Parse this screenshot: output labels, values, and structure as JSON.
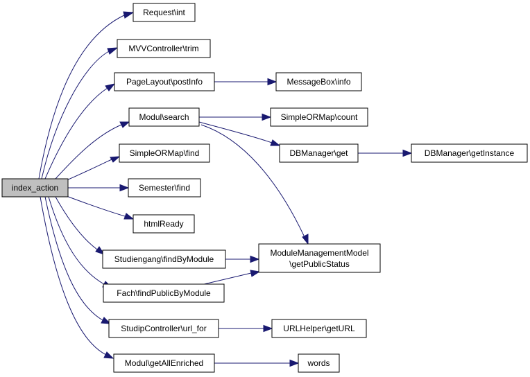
{
  "colors": {
    "edge": "#191970",
    "node_fill": "#ffffff",
    "root_fill": "#bfbfbf",
    "border": "#000000"
  },
  "nodes": {
    "index_action": {
      "label": "index_action",
      "root": true
    },
    "request_int": {
      "label": "Request\\int"
    },
    "mvv_trim": {
      "label": "MVVController\\trim"
    },
    "postinfo": {
      "label": "PageLayout\\postInfo"
    },
    "msgbox_info": {
      "label": "MessageBox\\info"
    },
    "modul_search": {
      "label": "Modul\\search"
    },
    "orm_count": {
      "label": "SimpleORMap\\count"
    },
    "db_get": {
      "label": "DBManager\\get"
    },
    "db_getinstance": {
      "label": "DBManager\\getInstance"
    },
    "orm_find": {
      "label": "SimpleORMap\\find"
    },
    "semester_find": {
      "label": "Semester\\find"
    },
    "htmlready": {
      "label": "htmlReady"
    },
    "mmm_status": {
      "label_lines": [
        "ModuleManagementModel",
        "\\getPublicStatus"
      ]
    },
    "studiengang": {
      "label": "Studiengang\\findByModule"
    },
    "fach": {
      "label": "Fach\\findPublicByModule"
    },
    "url_for": {
      "label": "StudipController\\url_for"
    },
    "urlhelper": {
      "label": "URLHelper\\getURL"
    },
    "getallenriched": {
      "label": "Modul\\getAllEnriched"
    },
    "words": {
      "label": "words"
    }
  }
}
